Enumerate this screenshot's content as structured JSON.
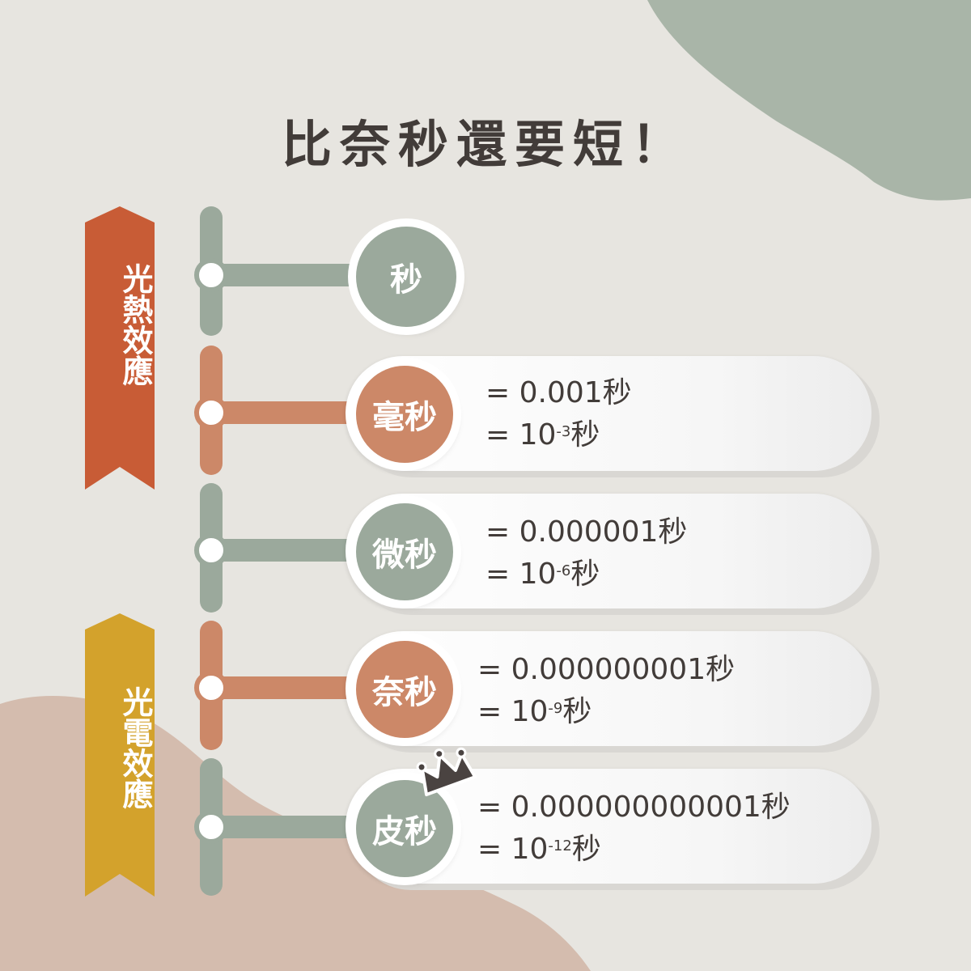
{
  "title": "比奈秒還要短！",
  "banners": [
    {
      "label": "光熱效應",
      "color": "#c85c36"
    },
    {
      "label": "光電效應",
      "color": "#d3a22c"
    }
  ],
  "colors": {
    "background": "#e7e5e0",
    "green": "#9ba99c",
    "orange": "#cc8868",
    "text": "#423c39"
  },
  "units": [
    {
      "name": "秒"
    },
    {
      "name": "毫秒",
      "decimal": "= 0.001秒",
      "sci_prefix": "= 10",
      "sci_exp": "-3",
      "sci_suffix": "秒"
    },
    {
      "name": "微秒",
      "decimal": "= 0.000001秒",
      "sci_prefix": "= 10",
      "sci_exp": "-6",
      "sci_suffix": "秒"
    },
    {
      "name": "奈秒",
      "decimal": "= 0.000000001秒",
      "sci_prefix": "= 10",
      "sci_exp": "-9",
      "sci_suffix": "秒"
    },
    {
      "name": "皮秒",
      "decimal": "= 0.000000000001秒",
      "sci_prefix": "= 10",
      "sci_exp": "-12",
      "sci_suffix": "秒"
    }
  ],
  "icons": {
    "crown": "crown-icon"
  }
}
